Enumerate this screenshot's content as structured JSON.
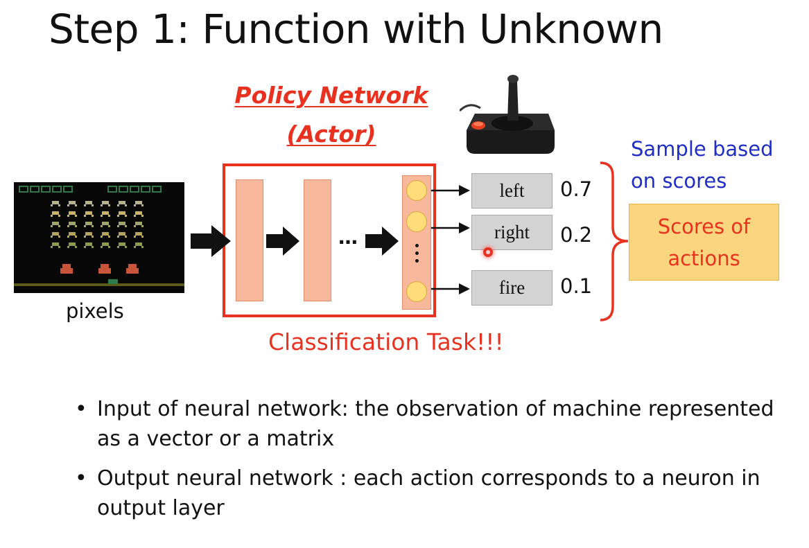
{
  "slide": {
    "title": "Step 1: Function with Unknown",
    "policy_line1": "Policy Network",
    "policy_line2": "(Actor)",
    "input_label": "pixels",
    "hidden_dots": "…",
    "classification_label": "Classification Task!!!",
    "sample_line1": "Sample based",
    "sample_line2": "on scores",
    "scores_line1": "Scores of",
    "scores_line2": "actions",
    "actions": [
      {
        "label": "left",
        "score": "0.7"
      },
      {
        "label": "right",
        "score": "0.2"
      },
      {
        "label": "fire",
        "score": "0.1"
      }
    ],
    "bullets": [
      "Input of neural network: the observation of machine represented as a vector or a matrix",
      "Output neural network : each action corresponds to a neuron in output layer"
    ]
  },
  "colors": {
    "accent_red": "#e8311f",
    "blue_text": "#1f2ec6",
    "layer_fill": "#f7b89b",
    "neuron_fill": "#ffde7a",
    "scores_box_fill": "#fcd67f"
  },
  "icons": [
    "atari-game-screenshot",
    "joystick-icon",
    "right-arrow-icon",
    "curly-brace-icon",
    "laser-pointer-dot"
  ]
}
